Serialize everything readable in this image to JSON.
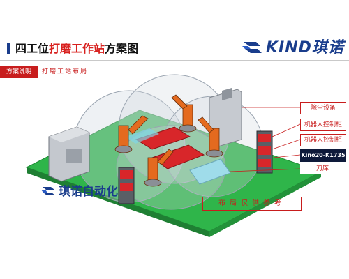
{
  "header": {
    "title_part1": "四工位",
    "title_part2": "打磨工作站",
    "title_part3": "方案图"
  },
  "brand": {
    "logo_text": "KIND琪诺",
    "watermark_text": "琪诺自动化"
  },
  "section": {
    "tab_label": "方案说明",
    "subtitle": "打磨工站布局"
  },
  "callouts": [
    {
      "label": "除尘设备"
    },
    {
      "label": "机器人控制柜"
    },
    {
      "label": "机器人控制柜"
    },
    {
      "label": "Kino20-K1735"
    },
    {
      "label": "刀库"
    }
  ],
  "stamp": {
    "text": "布局仅供参考"
  },
  "colors": {
    "brand_blue": "#1a3d8c",
    "accent_red": "#d8201e",
    "floor_green": "#2fb54a",
    "robot_orange": "#e46a1f",
    "table_red": "#d8262a",
    "cabinet_gray": "#b8bcc2"
  },
  "icons": {
    "logo_icon": "kino-s-logo-icon",
    "watermark_icon": "kino-s-watermark-icon"
  }
}
